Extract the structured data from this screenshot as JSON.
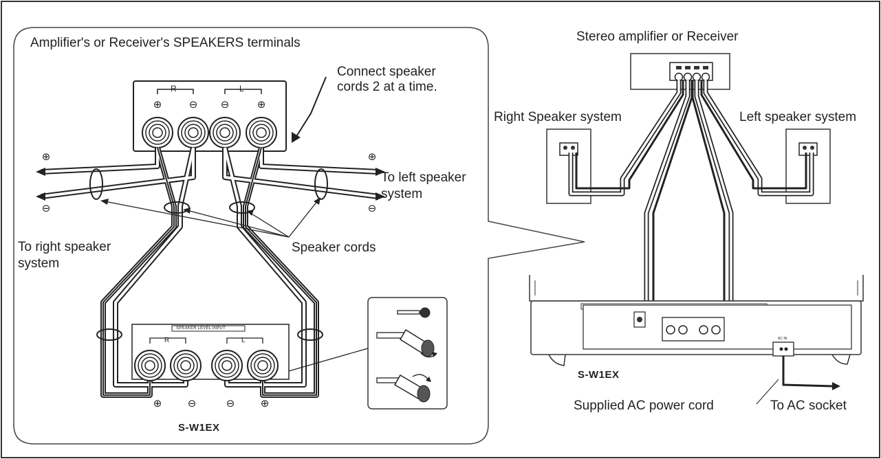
{
  "labels": {
    "terminals_heading": "Amplifier's or Receiver's SPEAKERS terminals",
    "connect_note": "Connect speaker\ncords 2 at a time.",
    "to_left_speaker": "To left speaker\nsystem",
    "to_right_speaker": "To right speaker\nsystem",
    "speaker_cords": "Speaker cords",
    "model_left": "S-W1EX",
    "model_right": "S-W1EX",
    "stereo_amp": "Stereo amplifier or Receiver",
    "right_speaker_system": "Right Speaker system",
    "left_speaker_system": "Left speaker system",
    "ac_cord": "Supplied AC power cord",
    "to_ac_socket": "To AC socket"
  },
  "amp_terminals": {
    "r_label": "R",
    "l_label": "L",
    "symbols": [
      "⊕",
      "⊖",
      "⊖",
      "⊕"
    ]
  },
  "sub_terminals": {
    "plate_label": "SPEAKER LEVEL INPUT",
    "r_label": "R",
    "l_label": "L",
    "symbols": [
      "⊕",
      "⊖",
      "⊖",
      "⊕"
    ]
  },
  "side_symbols": {
    "left_plus": "⊕",
    "left_minus": "⊖",
    "right_plus": "⊕",
    "right_minus": "⊖"
  },
  "ac_inlet_label": "AC IN"
}
